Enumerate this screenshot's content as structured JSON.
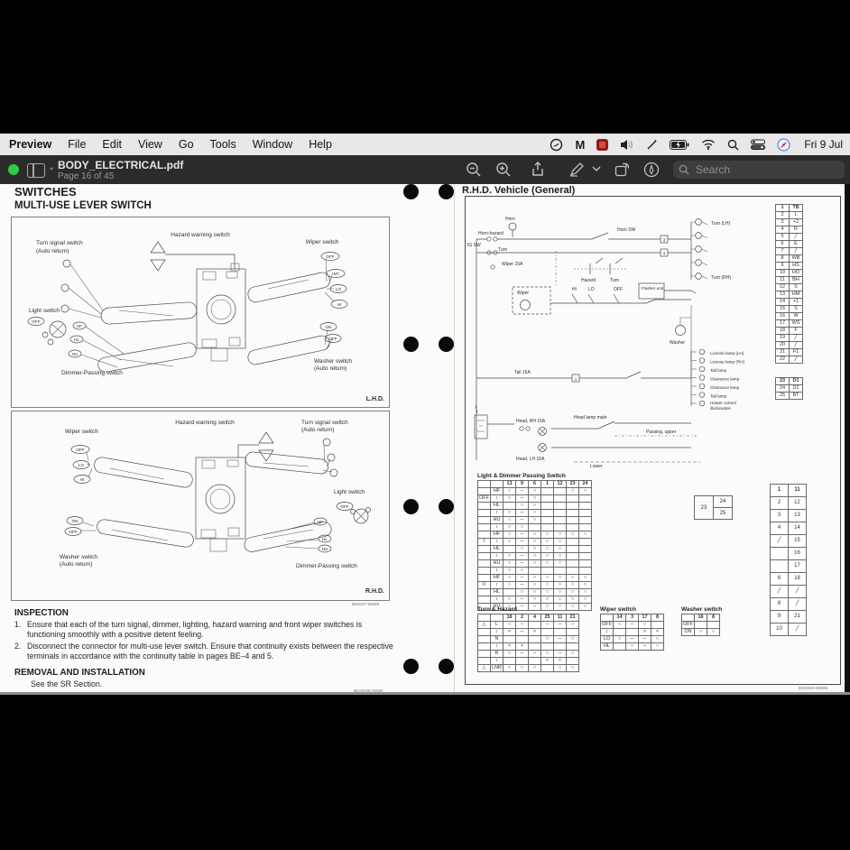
{
  "menu_bar": {
    "items": [
      "Preview",
      "File",
      "Edit",
      "View",
      "Go",
      "Tools",
      "Window",
      "Help"
    ],
    "clock": "Fri 9 Jul"
  },
  "title_bar": {
    "title": "BODY_ELECTRICAL.pdf",
    "subtitle": "Page 16 of 45",
    "search_placeholder": "Search"
  },
  "left_page": {
    "heading": "SWITCHES",
    "subheading": "MULTI-USE LEVER SWITCH",
    "lhd": {
      "hazard": "Hazard warning switch",
      "turn_line1": "Turn signal switch",
      "turn_line2": "(Auto return)",
      "wiper": "Wiper switch",
      "pos_off": "OFF",
      "pos_int": "INT",
      "pos_lo": "LO",
      "pos_hi": "HI",
      "light": "Light switch",
      "light_off": "OFF",
      "hf": "HF",
      "hl": "HL",
      "hu": "HU",
      "dimmer": "Dimmer-Passing switch",
      "washer_on": "ON",
      "washer_off": "OFF",
      "washer_line1": "Washer switch",
      "washer_line2": "(Auto return)",
      "corner": "L.H.D."
    },
    "rhd": {
      "hazard": "Hazard warning switch",
      "wiper": "Wiper switch",
      "pos_off": "OFF",
      "pos_lo": "LO",
      "pos_hi": "HI",
      "turn_line1": "Turn signal switch",
      "turn_line2": "(Auto return)",
      "light": "Light switch",
      "light_off": "OFF",
      "hf": "HF",
      "hl": "HL",
      "hu": "HU",
      "dimmer": "Dimmer-Passing switch",
      "washer_on": "ON",
      "washer_off": "OFF",
      "washer_line1": "Washer switch",
      "washer_line2": "(Auto return)",
      "corner": "R.H.D.",
      "code": "BE0047-99899"
    },
    "inspection": {
      "heading": "INSPECTION",
      "item1_no": "1.",
      "item1": "Ensure that each of the turn signal, dimmer, lighting, hazard warning and front wiper switches is functioning smoothly with a positive detent feeling.",
      "item2_no": "2.",
      "item2": "Disconnect the connector for multi-use lever switch. Ensure that continuity exists between the respective terminals in accordance with the continuity table in pages BE–4 and 5."
    },
    "removal": {
      "heading": "REMOVAL AND INSTALLATION",
      "body": "See the SR Section."
    },
    "code": "BE00048-00000"
  },
  "right_page": {
    "heading": "R.H.D. Vehicle (General)",
    "code": "B200049-99899",
    "circuit_labels": [
      "Horn",
      "Horn SW",
      "Turn (LH)",
      "Turn (RH)",
      "Horn-hazard",
      "IG SW",
      "Turn",
      "Wiper 15A",
      "Hazard",
      "Turn",
      "Flasher unit",
      "Wiper",
      "Hi",
      "LO",
      "OFF",
      "Washer",
      "Tail 15A",
      "License lamp (LH)",
      "License lamp (RH)",
      "Tail lamp",
      "Clearance lamp",
      "Clearance lamp",
      "Tail lamp",
      "Heater control",
      "illumination",
      "Head lamp main",
      "Head, RH 15A",
      "Head, LH 15A",
      "Passing, upper",
      "Lower"
    ],
    "pin_table": {
      "rows": [
        [
          "1",
          "TB"
        ],
        [
          "2",
          "L"
        ],
        [
          "3",
          "+2"
        ],
        [
          "4",
          "R"
        ],
        [
          "5",
          "╱"
        ],
        [
          "6",
          "E"
        ],
        [
          "7",
          "╱"
        ],
        [
          "8",
          "WB"
        ],
        [
          "9",
          "HS"
        ],
        [
          "10",
          "HO"
        ],
        [
          "11",
          "BH"
        ],
        [
          "12",
          "S"
        ],
        [
          "13",
          "HM"
        ],
        [
          "14",
          "+1"
        ],
        [
          "15",
          "S"
        ],
        [
          "16",
          "W"
        ],
        [
          "17",
          "WS"
        ],
        [
          "18",
          "F"
        ],
        [
          "19",
          "╱"
        ],
        [
          "20",
          "╱"
        ],
        [
          "21",
          "F1"
        ],
        [
          "22",
          "╱"
        ]
      ],
      "rows2": [
        [
          "23",
          "D1"
        ],
        [
          "24",
          "D2"
        ],
        [
          "25",
          "BT"
        ]
      ]
    },
    "light_dimmer_table": {
      "title": "Light & Dimmer Passing Switch",
      "rows": [
        [
          "",
          "",
          "13",
          "9",
          "6",
          "1",
          "12",
          "23",
          "24"
        ],
        [
          "",
          "HF",
          "○",
          "─",
          "○",
          "",
          "",
          "○",
          "○"
        ],
        [
          "OFF",
          "↕",
          "○",
          "─",
          "○",
          "",
          "",
          "",
          ""
        ],
        [
          "",
          "HL",
          "",
          "○",
          "○",
          "",
          "",
          "",
          ""
        ],
        [
          "",
          "↕",
          "○",
          "─",
          "○",
          "",
          "",
          "",
          ""
        ],
        [
          "",
          "HU",
          "○",
          "─",
          "○",
          "",
          "",
          "",
          ""
        ],
        [
          "",
          "↕",
          "○",
          "○",
          "",
          "",
          "",
          "",
          ""
        ],
        [
          "",
          "HF",
          "○",
          "─",
          "○",
          "○",
          "○",
          "○",
          "○"
        ],
        [
          "I",
          "↕",
          "○",
          "─",
          "○",
          "○",
          "○",
          "",
          ""
        ],
        [
          "",
          "HL",
          "",
          "○",
          "○",
          "○",
          "○",
          "",
          ""
        ],
        [
          "",
          "↕",
          "○",
          "─",
          "○",
          "○",
          "○",
          "",
          ""
        ],
        [
          "",
          "HU",
          "○",
          "─",
          "○",
          "○",
          "○",
          "",
          ""
        ],
        [
          "",
          "↕",
          "○",
          "○",
          "",
          "",
          "",
          "",
          ""
        ],
        [
          "",
          "HF",
          "○",
          "─",
          "○",
          "○",
          "○",
          "○",
          "○"
        ],
        [
          "II",
          "↕",
          "○",
          "─",
          "○",
          "○",
          "○",
          "○",
          "○"
        ],
        [
          "",
          "HL",
          "",
          "○",
          "○",
          "○",
          "○",
          "○",
          "○"
        ],
        [
          "",
          "↕",
          "○",
          "─",
          "○",
          "○",
          "○",
          "○",
          "○"
        ],
        [
          "",
          "HU",
          "○",
          "─",
          "○",
          "○",
          "○",
          "○",
          "○"
        ]
      ]
    },
    "turn_hazard_table": {
      "title": "Turn & Hazard",
      "rows": [
        [
          "",
          "",
          "18",
          "2",
          "4",
          "25",
          "11",
          "21"
        ],
        [
          "△",
          "L",
          "○",
          "○",
          "",
          "○",
          "─",
          "○"
        ],
        [
          "",
          "↕",
          "×",
          "─",
          "×",
          "",
          "",
          ""
        ],
        [
          "",
          "N",
          "",
          "",
          "",
          "○",
          "─",
          "○"
        ],
        [
          "",
          "↕",
          "×",
          "×",
          "",
          "",
          "",
          ""
        ],
        [
          "",
          "R",
          "○",
          "─",
          "○",
          "○",
          "─",
          "○"
        ],
        [
          "",
          "↕",
          "",
          "",
          "",
          "×",
          "×",
          ""
        ],
        [
          "△",
          "LNR",
          "○",
          "○",
          "○",
          "",
          "○",
          "○"
        ]
      ]
    },
    "wiper_table": {
      "title": "Wiper switch",
      "rows": [
        [
          "",
          "14",
          "3",
          "17",
          "8"
        ],
        [
          "OFF",
          "○",
          "─",
          "○",
          ""
        ],
        [
          "↕",
          "",
          "",
          "×",
          "×"
        ],
        [
          "LO",
          "○",
          "─",
          "─",
          "○"
        ],
        [
          "HL",
          "",
          "○",
          "─",
          "○"
        ]
      ]
    },
    "washer_table": {
      "title": "Washer switch",
      "rows": [
        [
          "",
          "16",
          "8"
        ],
        [
          "OFF",
          "",
          ""
        ],
        [
          "ON",
          "○",
          "○"
        ]
      ]
    },
    "connector_small": {
      "p23": "23",
      "p24": "24",
      "p25": "25"
    },
    "connector_tall": {
      "rows": [
        [
          "1",
          "11"
        ],
        [
          "2",
          "12"
        ],
        [
          "3",
          "13"
        ],
        [
          "4",
          "14"
        ],
        [
          "╱",
          "15"
        ],
        [
          "",
          "16"
        ],
        [
          "",
          "17"
        ],
        [
          "6",
          "18"
        ],
        [
          "╱",
          "╱"
        ],
        [
          "8",
          "╱"
        ],
        [
          "9",
          "21"
        ],
        [
          "10",
          "╱"
        ]
      ]
    }
  }
}
